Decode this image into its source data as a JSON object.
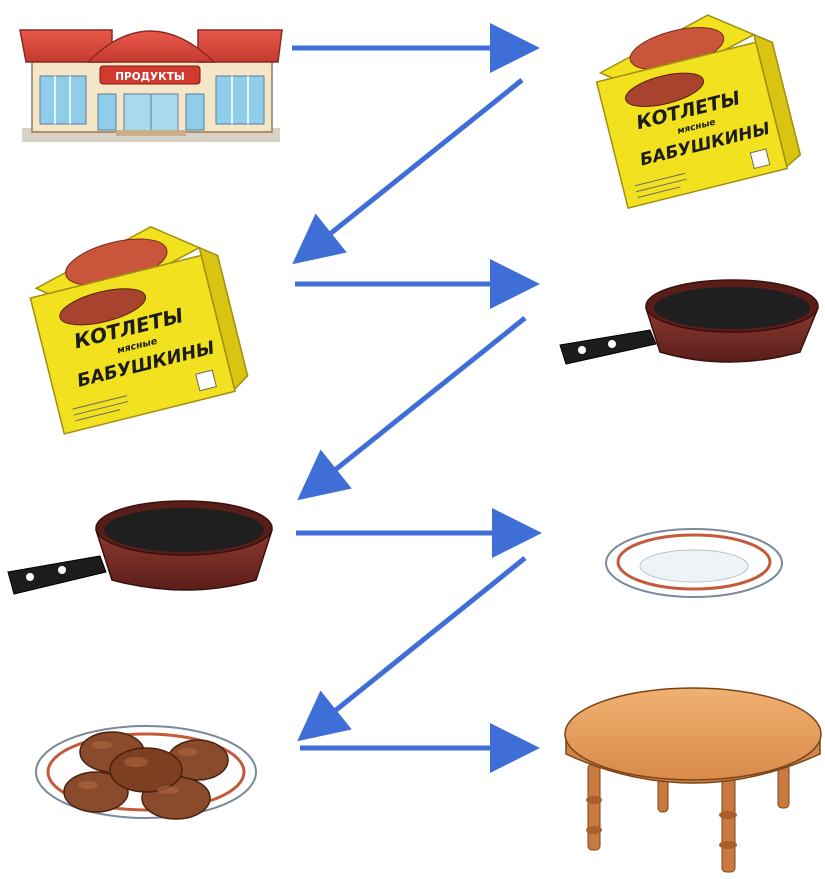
{
  "store": {
    "sign": "ПРОДУКТЫ"
  },
  "cutlet_box": {
    "title": "КОТЛЕТЫ",
    "subtitle": "мясные",
    "brand": "БАБУШКИНЫ"
  },
  "colors": {
    "arrow": "#3f6fd6",
    "box_yellow": "#f2e11f",
    "pan_body": "#7a2a24",
    "pan_inside": "#1f1f1f",
    "cutlet": "#8a4a2c",
    "plate_rim": "#c55a3a",
    "table_top": "#e8a15f"
  },
  "sequence": [
    {
      "step": 1,
      "from": "store",
      "to": "cutlet-box"
    },
    {
      "step": 2,
      "from": "cutlet-box",
      "to": "frying-pan"
    },
    {
      "step": 3,
      "from": "frying-pan",
      "to": "plate"
    },
    {
      "step": 4,
      "from": "plate-with-cutlets",
      "to": "table"
    }
  ]
}
